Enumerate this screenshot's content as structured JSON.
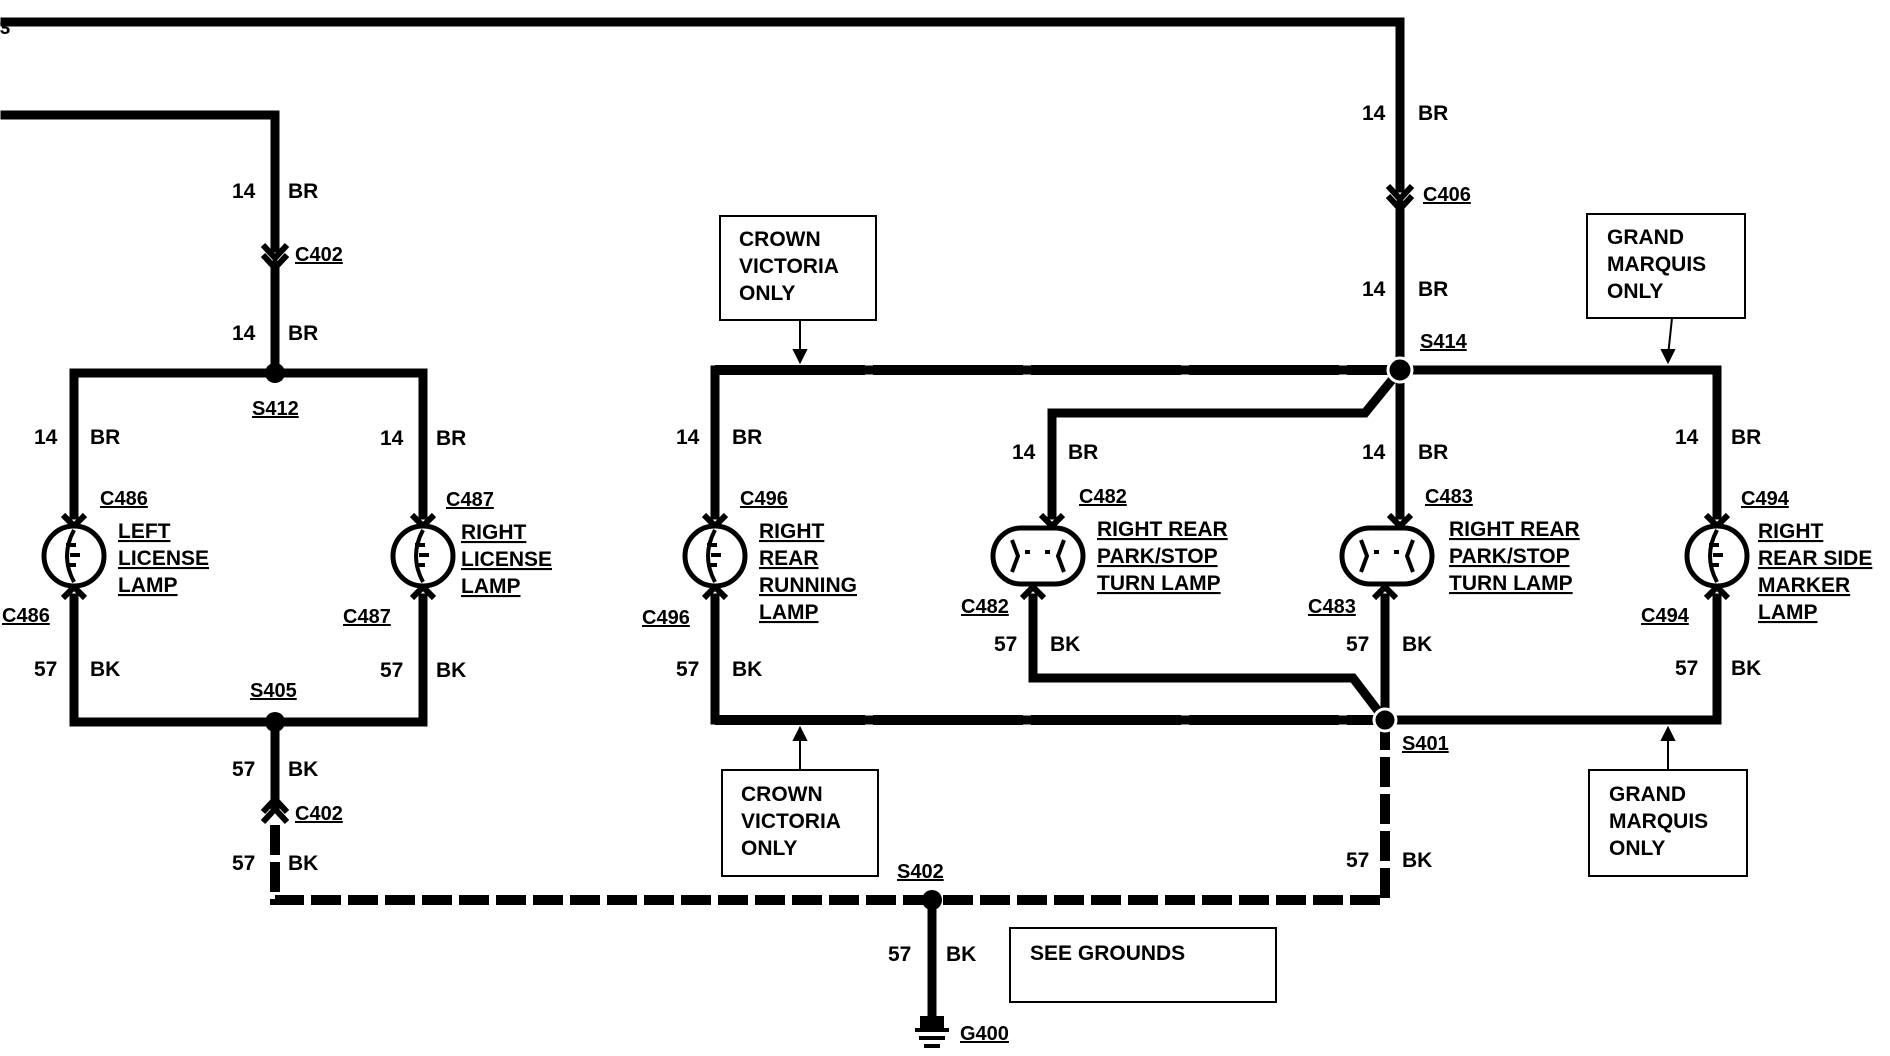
{
  "wires": {
    "br_gauge": "14",
    "br_color": "BR",
    "bk_gauge": "57",
    "bk_color": "BK"
  },
  "connectors": {
    "c402_top": "C402",
    "c402_bottom": "C402",
    "c406": "C406",
    "c486_top": "C486",
    "c486_bottom": "C486",
    "c487_top": "C487",
    "c487_bottom": "C487",
    "c496_top": "C496",
    "c496_bottom": "C496",
    "c482_top": "C482",
    "c482_bottom": "C482",
    "c483_top": "C483",
    "c483_bottom": "C483",
    "c494_top": "C494",
    "c494_bottom": "C494"
  },
  "splices": {
    "s412": "S412",
    "s405": "S405",
    "s414": "S414",
    "s401": "S401",
    "s402": "S402",
    "g400": "G400"
  },
  "lamps": {
    "left_license": [
      "LEFT",
      "LICENSE",
      "LAMP"
    ],
    "right_license": [
      "RIGHT",
      "LICENSE",
      "LAMP"
    ],
    "right_rear_running": [
      "RIGHT",
      "REAR",
      "RUNNING",
      "LAMP"
    ],
    "park_stop_c482": [
      "RIGHT REAR",
      "PARK/STOP",
      "TURN LAMP"
    ],
    "park_stop_c483": [
      "RIGHT REAR",
      "PARK/STOP",
      "TURN LAMP"
    ],
    "right_side_marker": [
      "RIGHT",
      "REAR SIDE",
      "MARKER",
      "LAMP"
    ]
  },
  "notes": {
    "crown_victoria_top": [
      "CROWN",
      "VICTORIA",
      "ONLY"
    ],
    "crown_victoria_bottom": [
      "CROWN",
      "VICTORIA",
      "ONLY"
    ],
    "grand_marquis_top": [
      "GRAND",
      "MARQUIS",
      "ONLY"
    ],
    "grand_marquis_bottom": [
      "GRAND",
      "MARQUIS",
      "ONLY"
    ],
    "see_grounds": "SEE GROUNDS"
  },
  "colors": {
    "ink": "#000000",
    "background": "#ffffff"
  }
}
